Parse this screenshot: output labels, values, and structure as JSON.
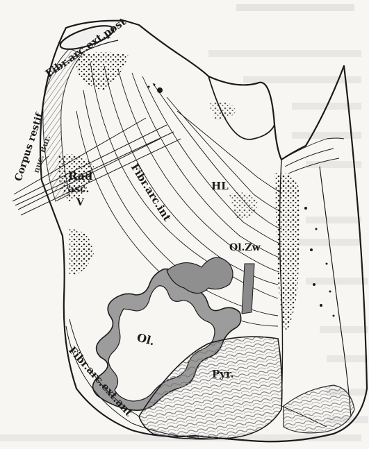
{
  "labels": {
    "fibr_arc_ext_post": "Fibr.arc.ext.post",
    "corpus_restif": "Corpus restif.",
    "nuc_bur": "nuc. Bur.",
    "rad_asc": "Rad",
    "rad_asc_2": "asc.",
    "rad_v": "V",
    "fibr_arc_int": "Fibr.arc.int",
    "hl": "HL",
    "ol_zw": "Ol.Zw",
    "ol": "Ol.",
    "pyr": "Pyr.",
    "fibr_arc_ext_ant": "Fibr.arc.ext.ant"
  },
  "colors": {
    "ink": "#1b1b1b",
    "paper": "#f7f6f3",
    "bleed_text": "#b9b9b9"
  }
}
